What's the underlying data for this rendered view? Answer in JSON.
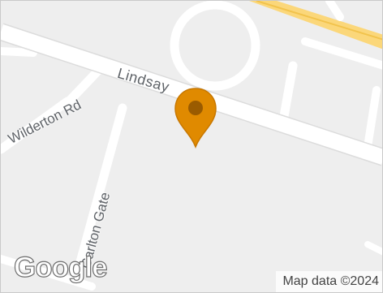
{
  "map": {
    "roads": {
      "main_road": "Lindsay",
      "side_road_left": "Wilderton Rd",
      "side_road_bottom": "Carlton Gate"
    },
    "marker": {
      "icon": "location-pin-icon",
      "color": "#e08a00",
      "inner_color": "#9a5b00"
    },
    "logo": "Google",
    "attribution": "Map data ©2024",
    "colors": {
      "land": "#eeeeee",
      "road": "#ffffff",
      "highway": "#fbd77a"
    }
  }
}
